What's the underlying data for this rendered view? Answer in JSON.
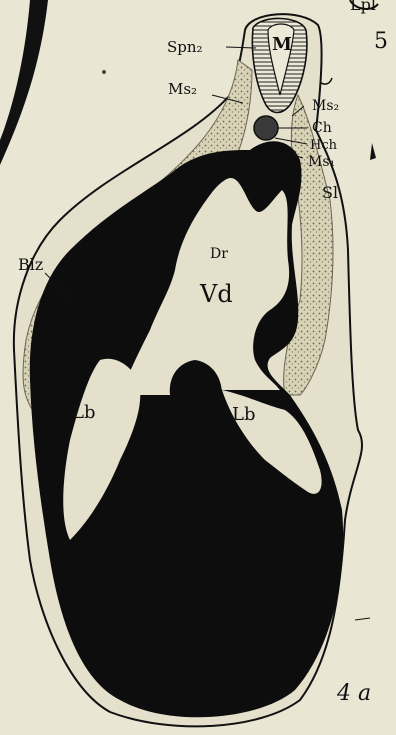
{
  "figure": {
    "plate_number": "5",
    "panel_label": "4 a",
    "top_partial_label": "Lpl",
    "labels": {
      "spn2": "Spn₂",
      "ms2_left": "Ms₂",
      "ms2_right": "Ms₂",
      "ch": "Ch",
      "hch": "Hch",
      "ms1": "Ms₁",
      "sl": "Sl",
      "blz": "Blz",
      "dr": "Dr",
      "vd": "Vd",
      "lb_left": "Lb",
      "lb_right": "Lb"
    },
    "colors": {
      "background": "#e9e6d4",
      "ink": "#111111",
      "stipple": "#c9c3a8"
    }
  }
}
